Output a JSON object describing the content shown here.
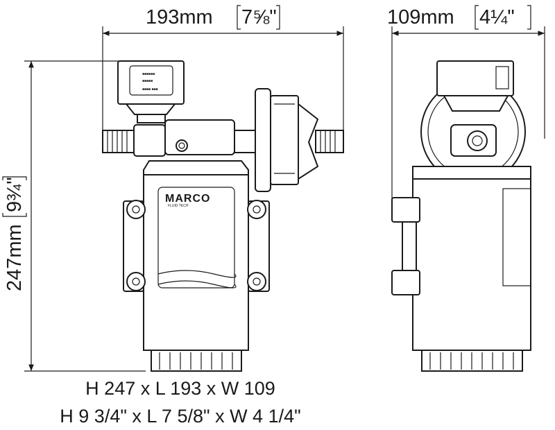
{
  "dimensions": {
    "length": {
      "metric": "193mm",
      "imperial": "7⅝\""
    },
    "width": {
      "metric": "109mm",
      "imperial": "4¼\""
    },
    "height": {
      "metric": "247mm",
      "imperial": "9¾\""
    }
  },
  "labels": {
    "brand_logo": "MARCO",
    "brand_sub": "FLUID TECH"
  },
  "summary": {
    "metric_line": "H 247 x L 193 x W 109",
    "imperial_line": "H 9 3/4\" x L 7 5/8\" x W 4 1/4\""
  }
}
